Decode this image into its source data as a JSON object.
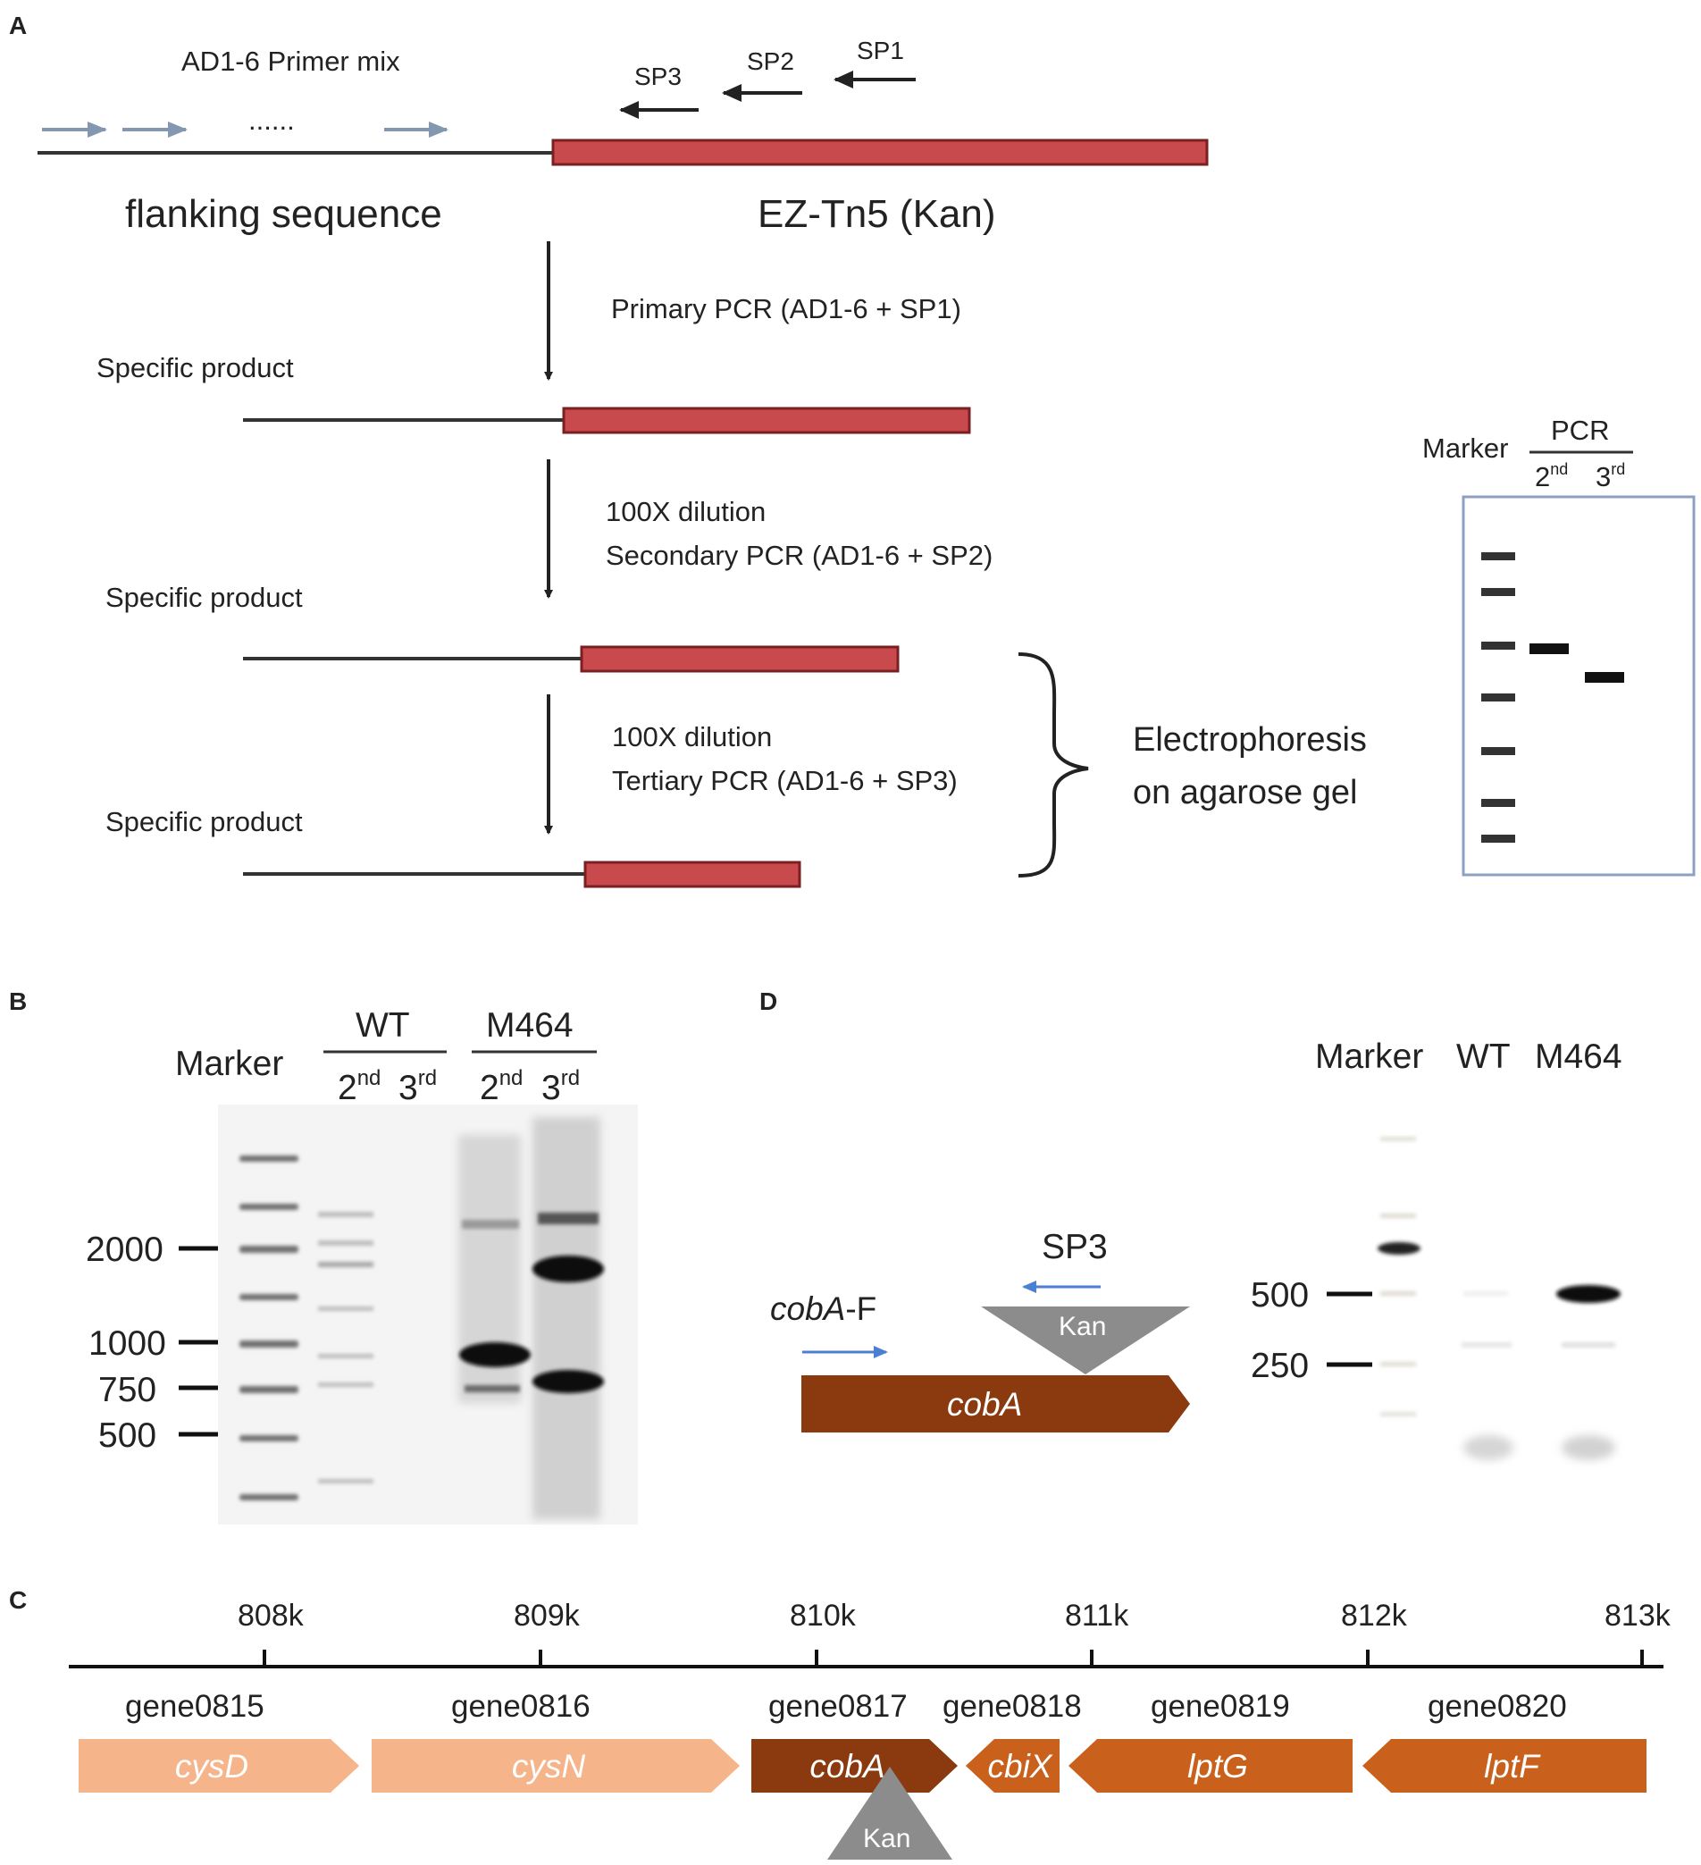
{
  "panel_labels": {
    "a": "A",
    "b": "B",
    "c": "C",
    "d": "D"
  },
  "panel_a": {
    "primer_mix_label": "AD1-6  Primer mix",
    "ellipsis": "......",
    "sp1": "SP1",
    "sp2": "SP2",
    "sp3": "SP3",
    "flanking_label": "flanking sequence",
    "transposon_label": "EZ-Tn5   (Kan)",
    "step1": "Primary PCR (AD1-6 + SP1)",
    "step2_line1": "100X  dilution",
    "step2_line2": "Secondary  PCR (AD1-6 + SP2)",
    "step3_line1": "100X  dilution",
    "step3_line2": "Tertiary  PCR (AD1-6 + SP3)",
    "product1": "Specific product",
    "product2": "Specific product",
    "product3": "Specific product",
    "electro_line1": "Electrophoresis",
    "electro_line2": "on agarose gel",
    "gel_marker": "Marker",
    "gel_pcr": "PCR",
    "lane2_num": "2",
    "lane2_sup": "nd",
    "lane3_num": "3",
    "lane3_sup": "rd"
  },
  "panel_b": {
    "marker": "Marker",
    "wt": "WT",
    "m464": "M464",
    "second_num": "2",
    "second_sup": "nd",
    "third_num": "3",
    "third_sup": "rd",
    "size_2000": "2000",
    "size_1000": "1000",
    "size_750": "750",
    "size_500": "500"
  },
  "panel_c": {
    "ticks": [
      "808k",
      "809k",
      "810k",
      "811k",
      "812k",
      "813k"
    ],
    "gene_ids": [
      "gene0815",
      "gene0816",
      "gene0817",
      "gene0818",
      "gene0819",
      "gene0820"
    ],
    "gene_names": [
      "cysD",
      "cysN",
      "cobA",
      "cbiX",
      "lptG",
      "lptF"
    ],
    "kan": "Kan",
    "colors": {
      "light": "#f5b48a",
      "dark": "#8a3a0e",
      "mid": "#c9611c",
      "kan": "#8c8c8c"
    }
  },
  "panel_d": {
    "sp3": "SP3",
    "primer_gene": "cobA",
    "primer_suffix": "-F",
    "kan": "Kan",
    "gene": "cobA",
    "marker": "Marker",
    "wt": "WT",
    "m464": "M464",
    "size_500": "500",
    "size_250": "250"
  },
  "colors": {
    "transposon": "#c94a4d",
    "primer_arrow": "#8497b0",
    "blue_arrow": "#4a7fd4",
    "gel_frame": "#8ea0c2"
  }
}
